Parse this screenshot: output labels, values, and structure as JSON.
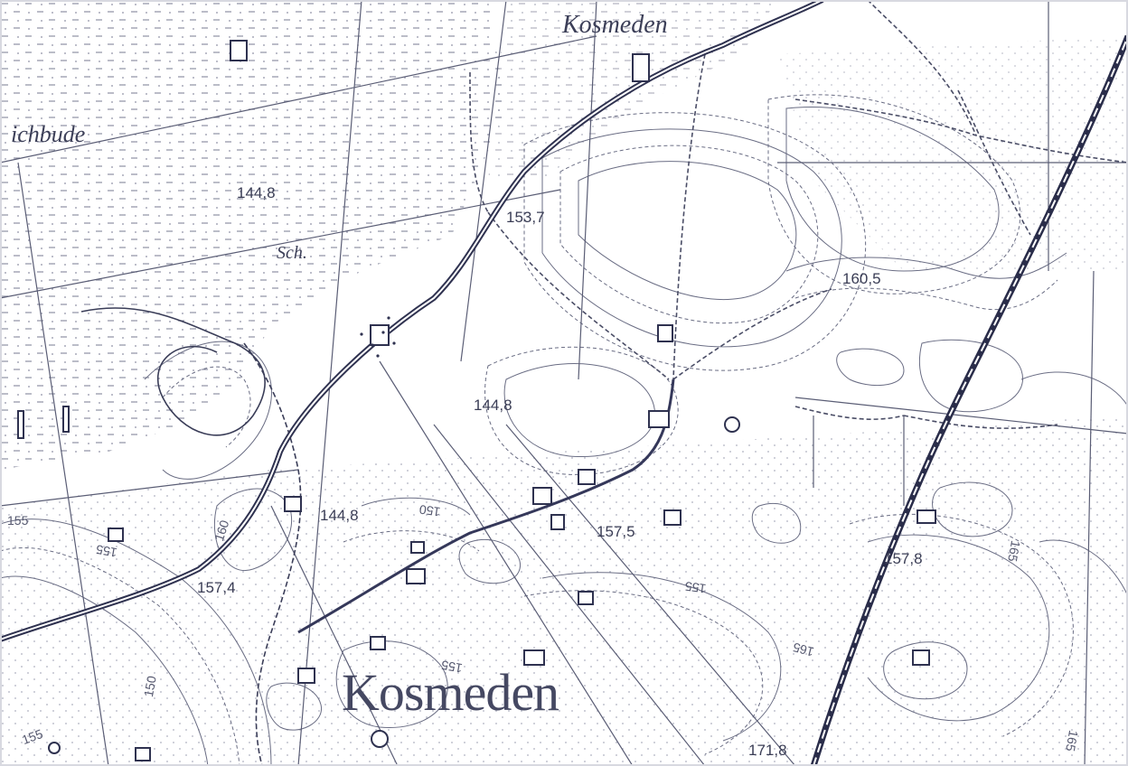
{
  "map": {
    "place_labels": {
      "kosmeden_top": "Kosmeden",
      "kosmeden_main": "Kosmeden",
      "eichbude": "ichbude",
      "school": "Sch."
    },
    "elevations": [
      "144,8",
      "153,7",
      "160,5",
      "144,8",
      "144,8",
      "157,5",
      "157,8",
      "157,4",
      "171,8"
    ],
    "contour_labels": [
      "160",
      "150",
      "155",
      "155",
      "155",
      "165",
      "165",
      "155",
      "150",
      "155",
      "165"
    ],
    "colors": {
      "paper": "#ffffff",
      "ink": "#3c3f58",
      "dots": "#8a8da0"
    }
  }
}
